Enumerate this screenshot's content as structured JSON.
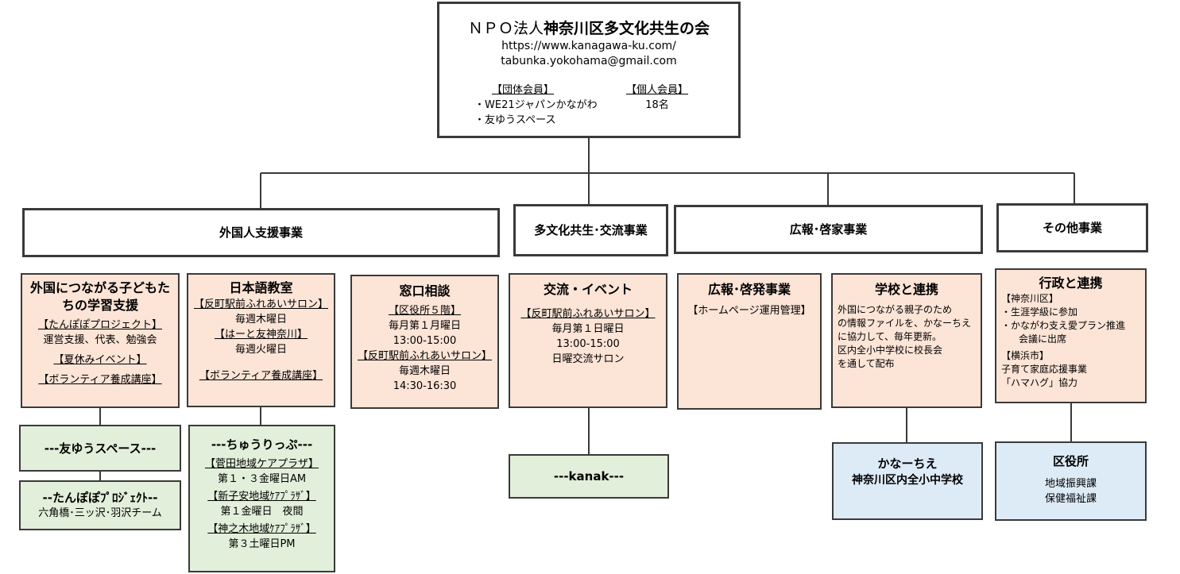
{
  "root": {
    "title_prefix": "ＮＰＯ法人",
    "title_main": "神奈川区多文化共生の会",
    "url": "https://www.kanagawa-ku.com/",
    "email": "tabunka.yokohama@gmail.com",
    "group_members_label": "【団体会員】",
    "group_members": [
      "・WE21ジャパンかながわ",
      "・友ゆうスペース"
    ],
    "individual_members_label": "【個人会員】",
    "individual_members_count": "18名"
  },
  "categories": {
    "foreign_support": "外国人支援事業",
    "multicultural": "多文化共生･交流事業",
    "pr": "広報･啓家事業",
    "other": "その他事業"
  },
  "children_support": {
    "title": "外国につながる子どもたちの学習支援",
    "tag1": "【たんぽぽプロジェクト】",
    "desc1": "運営支援、代表、勉強会",
    "tag2": "【夏休みイベント】",
    "tag3": "【ボランティア養成講座】"
  },
  "yuu_space": {
    "title": "---友ゆうスペース---"
  },
  "tanpopo": {
    "title": "--たんぽぽﾌﾟﾛｼﾞｪｸﾄ--",
    "desc": "六角橋･三ッ沢･羽沢チーム"
  },
  "japanese_class": {
    "title": "日本語教室",
    "tag1": "【反町駅前ふれあいサロン】",
    "desc1": "毎週木曜日",
    "tag2": "【はーと友神奈川】",
    "desc2": "毎週火曜日",
    "tag3": "【ボランティア養成講座】"
  },
  "churippu": {
    "title": "---ちゅうりっぷ---",
    "tag1": "【菅田地域ケアプラザ】",
    "desc1": "第１・３金曜日AM",
    "tag2": "【新子安地域ｹｱﾌﾟﾗｻﾞ】",
    "desc2": "第１金曜日　夜間",
    "tag3": "【神之木地域ｹｱﾌﾟﾗｻﾞ】",
    "desc3": "第３土曜日PM"
  },
  "consultation": {
    "title": "窓口相談",
    "tag1": "【区役所５階】",
    "desc1a": "毎月第１月曜日",
    "desc1b": "13:00-15:00",
    "tag2": "【反町駅前ふれあいサロン】",
    "desc2a": "毎週木曜日",
    "desc2b": "14:30-16:30"
  },
  "exchange": {
    "title": "交流・イベント",
    "tag1": "【反町駅前ふれあいサロン】",
    "desc1": "毎月第１日曜日",
    "desc2": "13:00-15:00",
    "desc3": "日曜交流サロン"
  },
  "kanak": {
    "title": "---kanak---"
  },
  "pr_box": {
    "title": "広報･啓発事業",
    "tag1": "【ホームページ運用管理】"
  },
  "school": {
    "title": "学校と連携",
    "lines": [
      "外国につながる親子のため",
      "の情報ファイルを、かなーちえ",
      "に協力して、毎年更新。",
      "区内全小中学校に校長会",
      "を通して配布"
    ]
  },
  "kanachie": {
    "title": "かなーちえ",
    "subtitle": "神奈川区内全小中学校"
  },
  "admin": {
    "title": "行政と連携",
    "tag1": "【神奈川区】",
    "item1": "・生涯学級に参加",
    "item2a": "・かながわ支え愛プラン推進",
    "item2b": "会議に出席",
    "tag2": "【横浜市】",
    "item3": "子育て家庭応援事業",
    "item4": "「ハマハグ」協力"
  },
  "ward_office": {
    "title": "区役所",
    "line1": "地域振興課",
    "line2": "保健福祉課"
  }
}
